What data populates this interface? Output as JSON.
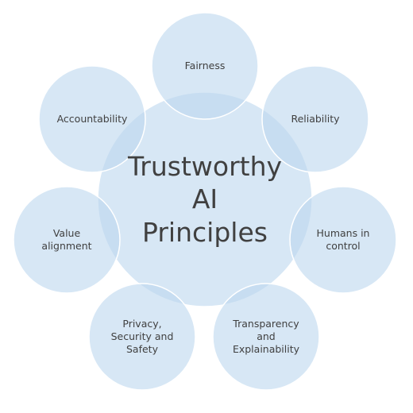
{
  "diagram": {
    "center": {
      "label": "Trustworthy\nAI\nPrinciples"
    },
    "nodes": [
      {
        "id": "fairness",
        "label": "Fairness"
      },
      {
        "id": "reliability",
        "label": "Reliability"
      },
      {
        "id": "humans-in-control",
        "label": "Humans in\ncontrol"
      },
      {
        "id": "transparency",
        "label": "Transparency\nand\nExplainability"
      },
      {
        "id": "privacy",
        "label": "Privacy,\nSecurity and\nSafety"
      },
      {
        "id": "value-alignment",
        "label": "Value\nalignment"
      },
      {
        "id": "accountability",
        "label": "Accountability"
      }
    ],
    "colors": {
      "fill": "#bdd7ee",
      "stroke": "#ffffff",
      "text": "#404040"
    }
  }
}
